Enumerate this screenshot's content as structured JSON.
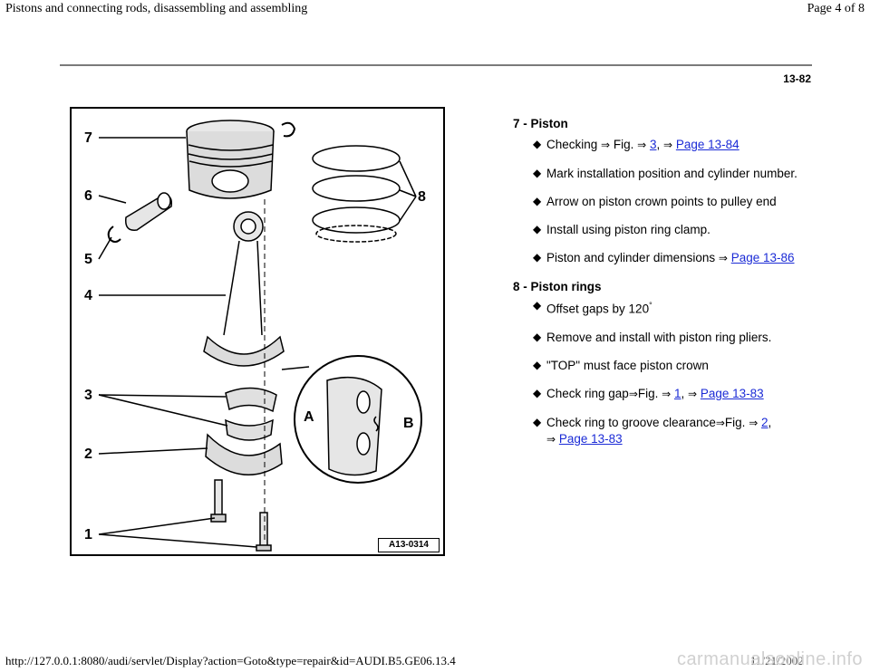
{
  "header": {
    "title": "Pistons and connecting rods, disassembling and assembling",
    "page_of": "Page 4 of 8"
  },
  "page_number": "13-82",
  "figure": {
    "id_label": "A13-0314",
    "callouts": [
      "7",
      "6",
      "5",
      "4",
      "3",
      "2",
      "1",
      "8",
      "A",
      "B"
    ]
  },
  "sections": [
    {
      "title": "7 - Piston",
      "items": [
        {
          "pre": "Checking",
          "arrow1": "⇒",
          "mid1": "Fig.",
          "arrow2": "⇒",
          "link1": "3",
          "sep": ",",
          "arrow3": "⇒",
          "link2": "Page 13-84"
        },
        {
          "text": "Mark installation position and cylinder number."
        },
        {
          "text": "Arrow on piston crown points to pulley end"
        },
        {
          "text": "Install using piston ring clamp."
        },
        {
          "pre": "Piston and cylinder dimensions",
          "arrow1": "⇒",
          "link1": "Page 13-86"
        }
      ]
    },
    {
      "title": "8 - Piston rings",
      "items": [
        {
          "text": "Offset gaps by 120",
          "sup": "°"
        },
        {
          "text": "Remove and install with piston ring pliers."
        },
        {
          "text": "\"TOP\" must face piston crown"
        },
        {
          "pre": "Check ring gap",
          "arrow1": "⇒",
          "mid1": "Fig.",
          "arrow2": "⇒",
          "link1": "1",
          "sep": ",",
          "arrow3": "⇒",
          "link2": "Page 13-83"
        },
        {
          "pre": "Check ring to groove clearance",
          "arrow1": "⇒",
          "mid1": "Fig.",
          "arrow2": "⇒",
          "link1": "2",
          "sep": ",",
          "arrow3": "⇒",
          "link2": "Page 13-83"
        }
      ]
    }
  ],
  "footer": {
    "url": "http://127.0.0.1:8080/audi/servlet/Display?action=Goto&type=repair&id=AUDI.B5.GE06.13.4",
    "date": "11/21/2002",
    "watermark": "carmanualsonline.info"
  }
}
